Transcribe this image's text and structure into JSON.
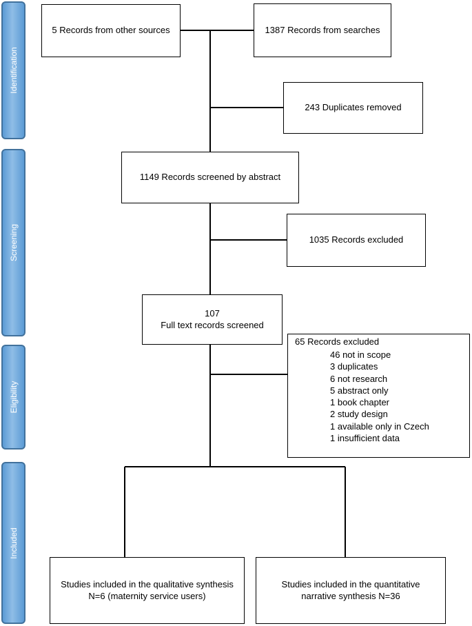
{
  "phases": {
    "identification": "Identification",
    "screening": "Screening",
    "eligibility": "Eligibility",
    "included": "Included"
  },
  "boxes": {
    "other_sources": "5 Records from other sources",
    "searches": "1387 Records from searches",
    "duplicates": "243 Duplicates removed",
    "screened_abstract": "1149 Records screened by abstract",
    "excluded_abstract": "1035 Records excluded",
    "fulltext_count": "107",
    "fulltext_label": "Full text records screened",
    "qualitative_line1": "Studies included in the qualitative synthesis",
    "qualitative_line2": "N=6 (maternity service users)",
    "quantitative_line1": "Studies included in the quantitative",
    "quantitative_line2": "narrative synthesis N=36"
  },
  "fulltext_exclusions": {
    "heading": "65 Records excluded",
    "reasons": [
      "46 not in scope",
      "3 duplicates",
      "6 not research",
      "5 abstract only",
      "1 book chapter",
      "2 study design",
      "1 available only in Czech",
      "1 insufficient data"
    ]
  }
}
